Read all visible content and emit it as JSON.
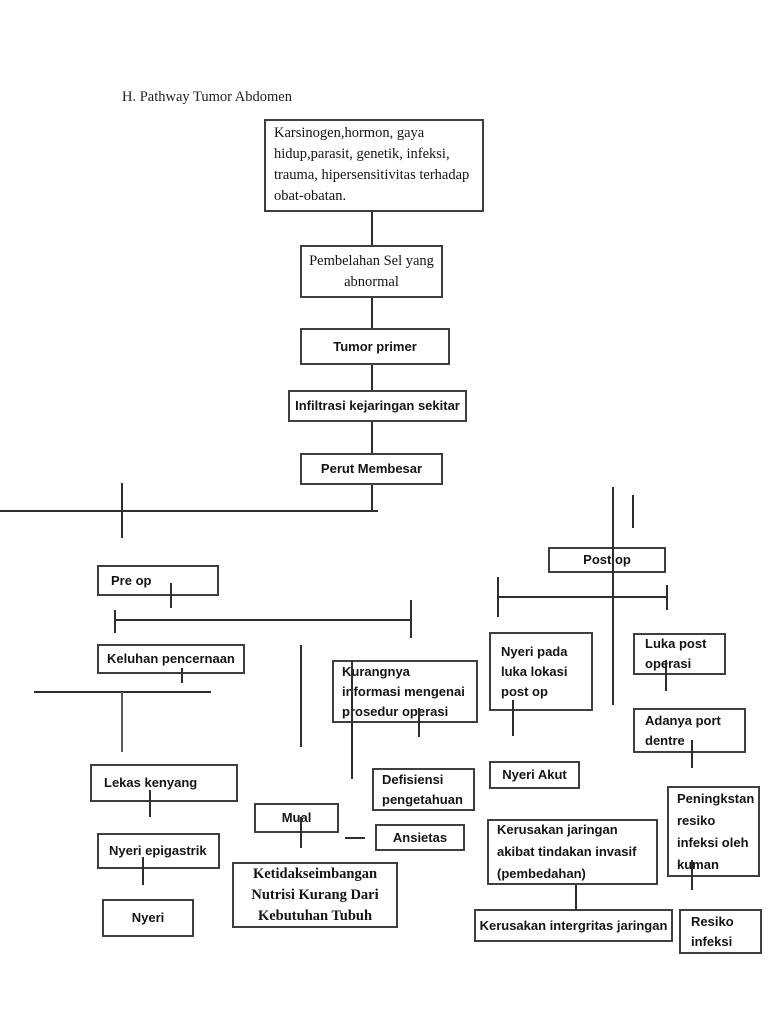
{
  "page": {
    "title": "H.  Pathway Tumor Abdomen"
  },
  "colors": {
    "background": "#ffffff",
    "box_border": "#3f3f3f",
    "line": "#2e2e2e",
    "text": "#141414"
  },
  "nodes": {
    "karsinogen": "Karsinogen,hormon, gaya hidup,parasit, genetik, infeksi, trauma, hipersensitivitas terhadap obat-obatan.",
    "pembelahan": "Pembelahan Sel yang abnormal",
    "tumor_primer": "Tumor primer",
    "infiltrasi": "Infiltrasi kejaringan sekitar",
    "perut_membesar": "Perut Membesar",
    "pre_op": "Pre op",
    "post_op": "Post op",
    "keluhan_pencernaan": "Keluhan pencernaan",
    "kurangnya_informasi": "Kurangnya informasi mengenai prosedur operasi",
    "nyeri_pada_luka": "Nyeri pada luka  lokasi post op",
    "luka_post_operasi": "Luka post operasi",
    "adanya_port_dentre": "Adanya port dentre",
    "lekas_kenyang": "Lekas kenyang",
    "defisiensi_pengetahuan": "Defisiensi pengetahuan",
    "nyeri_akut": "Nyeri Akut",
    "peningkstan_resiko": "Peningkstan resiko infeksi oleh kuman",
    "mual": "Mual",
    "ansietas": "Ansietas",
    "nyeri_epigastrik": "Nyeri epigastrik",
    "kerusakan_jaringan": "Kerusakan jaringan akibat tindakan invasif (pembedahan)",
    "ketidakseimbangan": "Ketidakseimbangan Nutrisi Kurang Dari Kebutuhan Tubuh",
    "nyeri": "Nyeri",
    "kerusakan_intergritas": "Kerusakan intergritas jaringan",
    "resiko_infeksi": "Resiko infeksi"
  }
}
